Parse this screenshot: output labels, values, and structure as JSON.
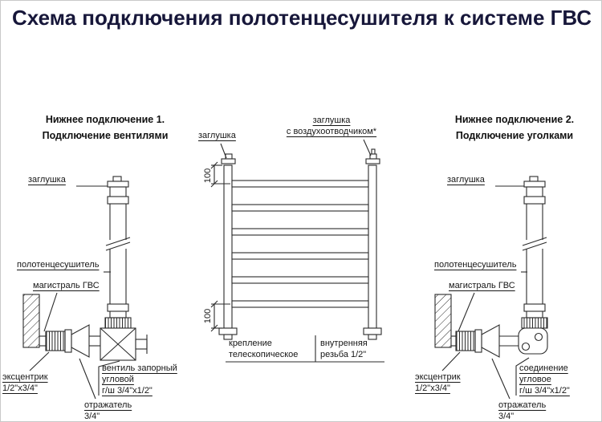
{
  "title": "Схема подключения полотенцесушителя к системе ГВС",
  "colors": {
    "title_text": "#17173a",
    "line_art": "#2b2b2b",
    "label_text": "#161616",
    "background": "#ffffff"
  },
  "left": {
    "heading1": "Нижнее подключение 1.",
    "heading2": "Подключение вентилями",
    "plug_label": "заглушка",
    "towel_rail_label": "полотенцесушитель",
    "main_label": "магистраль ГВС",
    "eccentric_label": "эксцентрик\n1/2\"х3/4\"",
    "valve_label": "вентиль запорный\nугловой\nг/ш 3/4\"х1/2\"",
    "reflector_label": "отражатель 3/4\""
  },
  "center": {
    "plug_label": "заглушка",
    "air_plug_label": "заглушка\nс воздухоотводчиком*",
    "dim_top": "100",
    "dim_bottom": "100",
    "mount_label": "крепление\nтелескопическое",
    "thread_label": "внутренняя\nрезьба 1/2\""
  },
  "right": {
    "heading1": "Нижнее подключение 2.",
    "heading2": "Подключение уголками",
    "plug_label": "заглушка",
    "towel_rail_label": "полотенцесушитель",
    "main_label": "магистраль ГВС",
    "eccentric_label": "эксцентрик\n1/2\"х3/4\"",
    "corner_label": "соединение\nугловое\nг/ш 3/4\"х1/2\"",
    "reflector_label": "отражатель 3/4\""
  }
}
